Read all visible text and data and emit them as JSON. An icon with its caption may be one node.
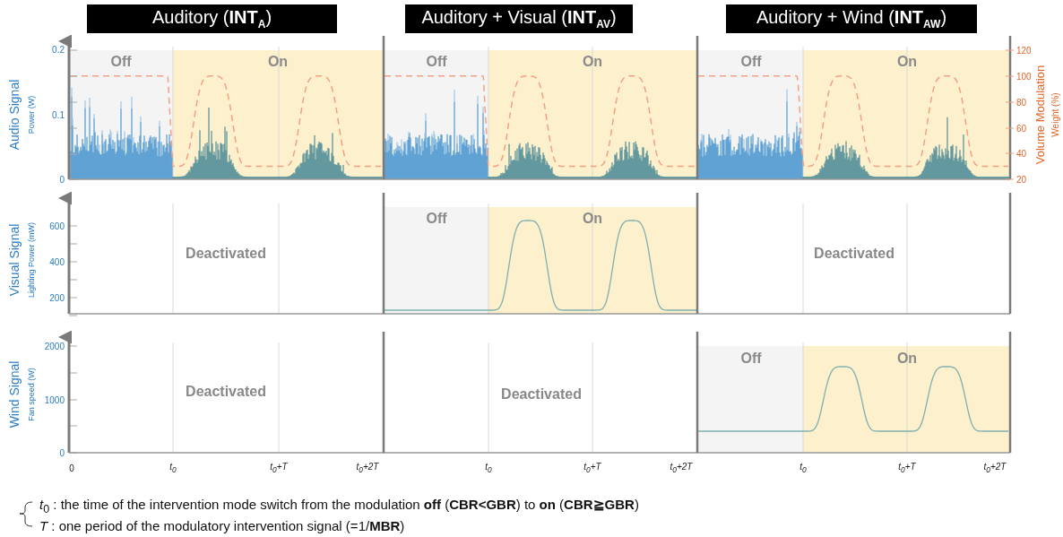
{
  "diagram": {
    "nodes": [
      {
        "text": [
          "Auditory (**INT**$_{A}$)"
        ]
      },
      {
        "text": [
          "Auditory + Visual (**INT**$_{AV}$)"
        ]
      },
      {
        "text": [
          "Auditory + Wind (**INT**$_{AW}$)"
        ]
      }
    ],
    "labels": [
      "Audio Signal",
      "Power (W)",
      "0.2",
      "0.1",
      "0",
      "Off",
      "On",
      "Off",
      "On",
      "Off",
      "On",
      "Volume Modulation",
      "Weight (%)",
      "120",
      "100",
      "80",
      "60",
      "40",
      "20",
      "Visual Signal",
      "Lighting Power (mW)",
      "600",
      "400",
      "200",
      "Deactivated",
      "Off",
      "On",
      "Deactivated",
      "Wind Signal",
      "Fan speed (W)",
      "2000",
      "1000",
      "0",
      "Deactivated",
      "Deactivated",
      "Off",
      "On",
      "0",
      "t$_{0}$",
      "t$_{0}$+T",
      "t$_{0}$+2T",
      "t$_{0}$",
      "t$_{0}$+T",
      "t$_{0}$+2T",
      "t$_{0}$",
      "t$_{0}$+T",
      "t$_{0}$+2T",
      "*t*$_{0}$ : the time of the intervention mode switch from the modulation **off** (**CBR<GBR**) to **on** (**CBR≧GBR**)",
      "*T* : one period of the modulatory intervention signal (=1/**MBR**)"
    ]
  }
}
